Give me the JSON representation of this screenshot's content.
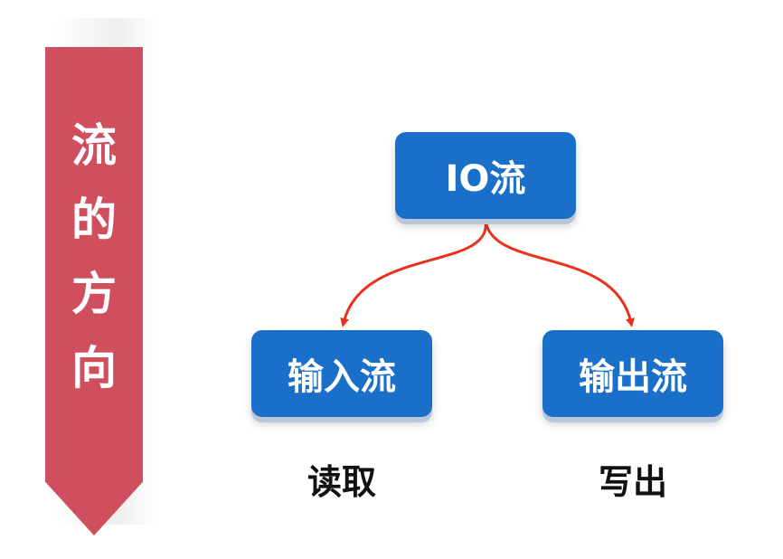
{
  "banner": {
    "chars": [
      "流",
      "的",
      "方",
      "向"
    ],
    "color": "#cf4f5e"
  },
  "nodes": {
    "root": {
      "label": "IO流"
    },
    "input": {
      "label": "输入流"
    },
    "output": {
      "label": "输出流"
    },
    "color": "#1a6fc9"
  },
  "captions": {
    "input": "读取",
    "output": "写出"
  },
  "arrow_color": "#e8321e"
}
